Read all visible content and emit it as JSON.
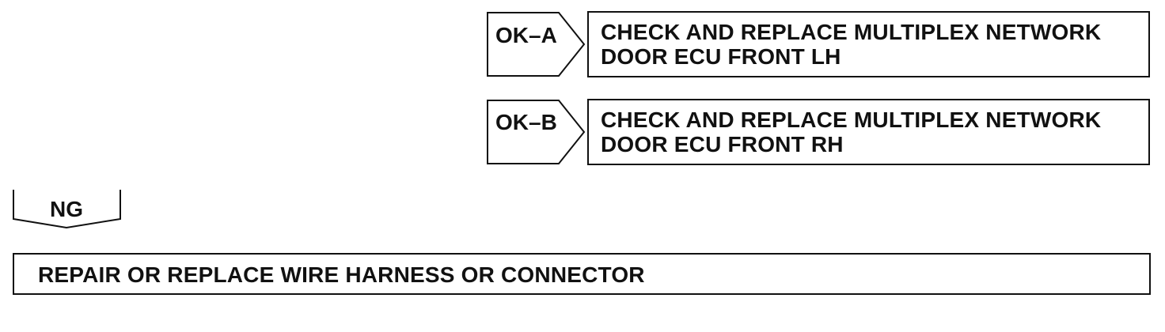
{
  "branches": [
    {
      "tag": "OK–A",
      "action_lines": [
        "CHECK AND REPLACE MULTIPLEX NETWORK",
        "DOOR ECU FRONT LH"
      ]
    },
    {
      "tag": "OK–B",
      "action_lines": [
        "CHECK AND REPLACE MULTIPLEX NETWORK",
        "DOOR ECU FRONT RH"
      ]
    }
  ],
  "ng_branch": {
    "tag": "NG",
    "action_lines": [
      "REPAIR OR REPLACE WIRE HARNESS OR CONNECTOR"
    ]
  }
}
